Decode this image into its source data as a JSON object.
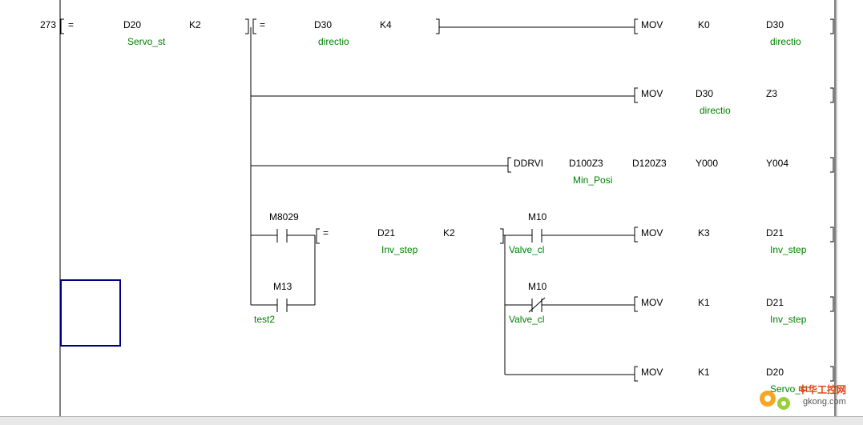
{
  "rung": {
    "step_number": "273"
  },
  "contacts": {
    "eq1": {
      "op": "=",
      "a": "D20",
      "a_comment": "Servo_st",
      "b": "K2"
    },
    "eq2": {
      "op": "=",
      "a": "D30",
      "a_comment": "directio",
      "b": "K4"
    },
    "m8029": {
      "label": "M8029"
    },
    "m13": {
      "label": "M13",
      "comment": "test2"
    },
    "eq3": {
      "op": "=",
      "a": "D21",
      "a_comment": "Inv_step",
      "b": "K2"
    },
    "m10a": {
      "label": "M10",
      "comment": "Valve_cl"
    },
    "m10b": {
      "label": "M10",
      "comment": "Valve_cl"
    }
  },
  "instructions": [
    {
      "cmd": "MOV",
      "s": "K0",
      "d": "D30",
      "d_comment": "directio"
    },
    {
      "cmd": "MOV",
      "s": "D30",
      "s_comment": "directio",
      "d": "Z3"
    },
    {
      "cmd": "DDRVI",
      "p1": "D100Z3",
      "p1_comment": "Min_Posi",
      "p2": "D120Z3",
      "p3": "Y000",
      "p4": "Y004"
    },
    {
      "cmd": "MOV",
      "s": "K3",
      "d": "D21",
      "d_comment": "Inv_step"
    },
    {
      "cmd": "MOV",
      "s": "K1",
      "d": "D21",
      "d_comment": "Inv_step"
    },
    {
      "cmd": "MOV",
      "s": "K1",
      "d": "D20",
      "d_comment": "Servo_st"
    }
  ],
  "watermark": {
    "text": "中华工控网",
    "url": "gkong.com"
  }
}
